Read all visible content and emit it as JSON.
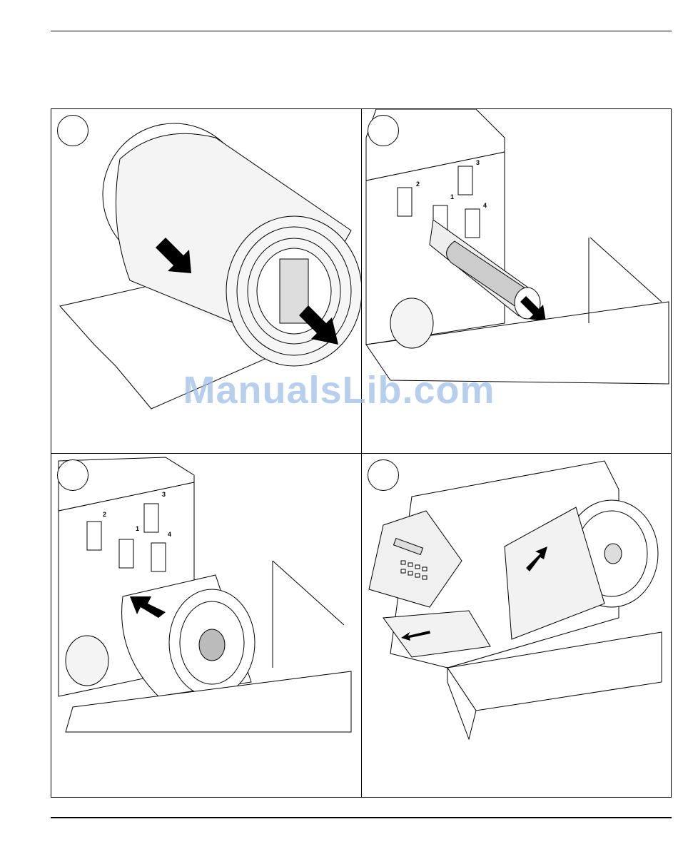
{
  "watermark": {
    "text": "ManualsLib.com",
    "color": "#9fbfe8"
  },
  "illustrations": {
    "panel2": {
      "slot_labels": [
        "2",
        "1",
        "3",
        "4"
      ]
    },
    "panel3": {
      "slot_labels": [
        "2",
        "1",
        "3",
        "4"
      ]
    }
  }
}
